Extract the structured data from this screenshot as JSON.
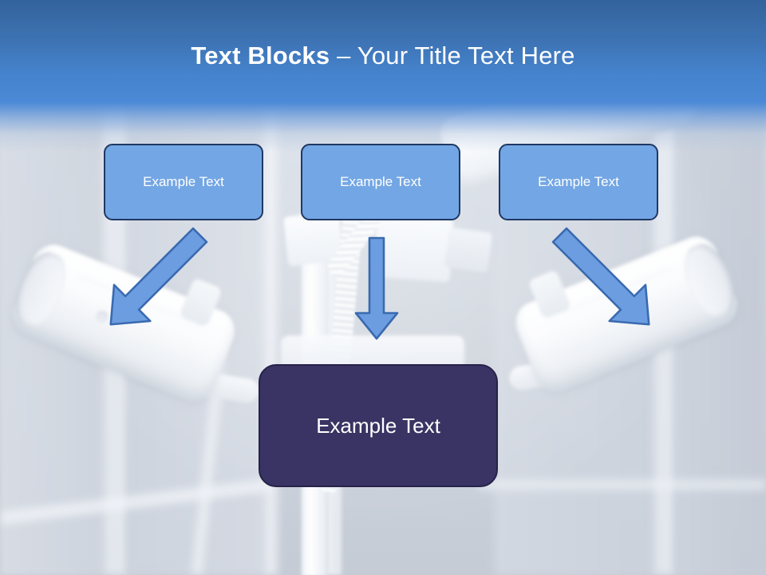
{
  "slide": {
    "title": {
      "strong": "Text Blocks",
      "dash": " – ",
      "rest": "Your Title Text Here"
    },
    "top_boxes": [
      {
        "label": "Example Text"
      },
      {
        "label": "Example Text"
      },
      {
        "label": "Example Text"
      }
    ],
    "arrows": [
      {
        "name": "arrow-down-right",
        "direction": "down-right"
      },
      {
        "name": "arrow-down",
        "direction": "down"
      },
      {
        "name": "arrow-down-left",
        "direction": "down-left"
      }
    ],
    "bottom_box": {
      "label": "Example Text"
    },
    "background": {
      "description": "Blurred security cameras on a mast in front of a glass building"
    },
    "colors": {
      "header_top": "#33639b",
      "header_bottom": "#4c89d6",
      "box_fill": "#73a6e4",
      "box_border": "#1f3864",
      "arrow_fill": "#6c9de0",
      "arrow_border": "#3a6ab0",
      "bottom_fill": "#393463",
      "bottom_border": "#26224a",
      "title_text": "#ffffff"
    }
  }
}
